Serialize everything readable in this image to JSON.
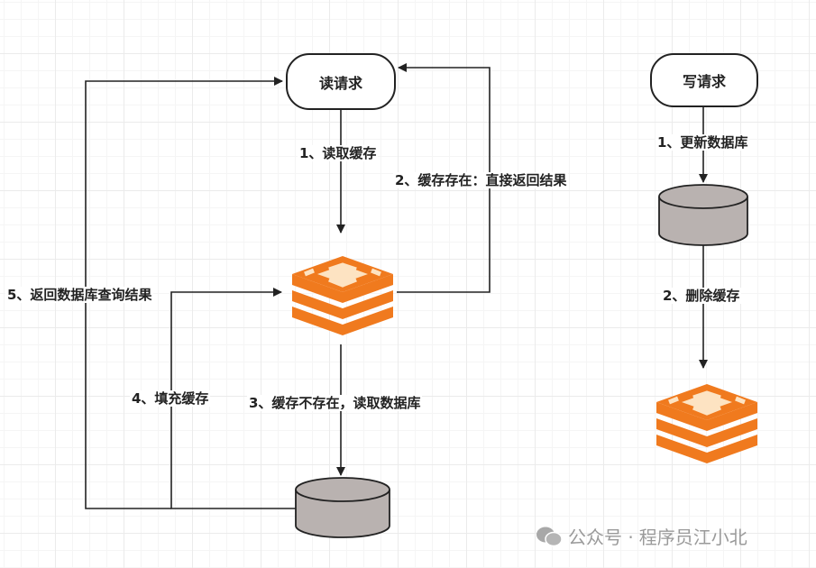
{
  "read_flow": {
    "start_node": "读请求",
    "step1": "1、读取缓存",
    "step2": "2、缓存存在：直接返回结果",
    "step3": "3、缓存不存在，读取数据库",
    "step4": "4、填充缓存",
    "step5": "5、返回数据库查询结果"
  },
  "write_flow": {
    "start_node": "写请求",
    "step1": "1、更新数据库",
    "step2": "2、删除缓存"
  },
  "icons": {
    "cache": "redis-cache-icon",
    "database": "database-cylinder-icon"
  },
  "colors": {
    "cache_orange": "#f07a1e",
    "cache_light": "#fde3c2",
    "database_fill": "#b9b2b0",
    "line": "#222222"
  },
  "watermark": {
    "prefix": "公众号 · ",
    "author": "程序员江小北"
  }
}
